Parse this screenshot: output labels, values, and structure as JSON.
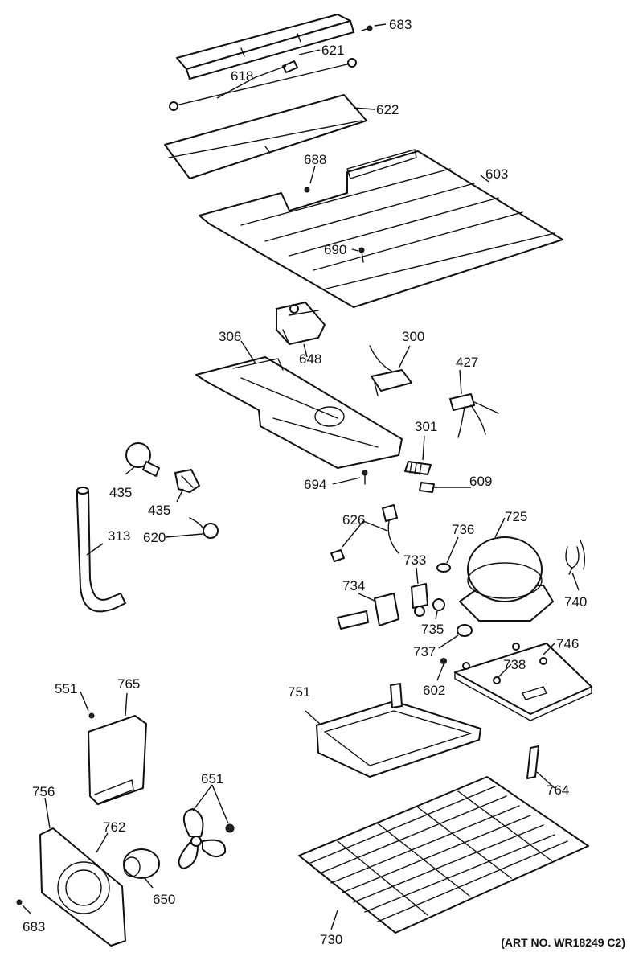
{
  "diagram": {
    "art_no": "(ART NO. WR18249 C2)",
    "labels": {
      "683a": "683",
      "621": "621",
      "618": "618",
      "622": "622",
      "688": "688",
      "603": "603",
      "690": "690",
      "648": "648",
      "306": "306",
      "300": "300",
      "427": "427",
      "301": "301",
      "435a": "435",
      "435b": "435",
      "694": "694",
      "609": "609",
      "313": "313",
      "620": "620",
      "626": "626",
      "736": "736",
      "725": "725",
      "733": "733",
      "734": "734",
      "740": "740",
      "735": "735",
      "737": "737",
      "746": "746",
      "738": "738",
      "602": "602",
      "551": "551",
      "765": "765",
      "751": "751",
      "651": "651",
      "756": "756",
      "762": "762",
      "764": "764",
      "650": "650",
      "683b": "683",
      "730": "730"
    }
  }
}
